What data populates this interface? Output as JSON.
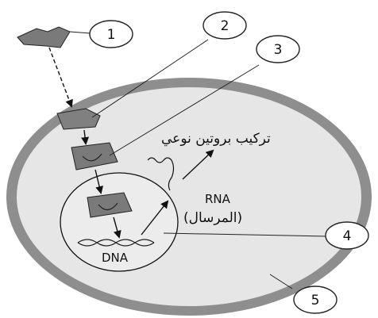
{
  "labels": {
    "dna": "DNA",
    "rna": "RNA",
    "rna_arabic": "(المرسال)",
    "protein_synthesis": "تركيب بروتين نوعي"
  },
  "callouts": [
    "1",
    "2",
    "3",
    "4",
    "5"
  ],
  "colors": {
    "background": "#ffffff",
    "outer_membrane": "#8e8e8e",
    "cytoplasm": "#e6e6e6",
    "nucleus_fill": "#ececec",
    "receptor": "#7f7f7f",
    "ink": "#111111"
  }
}
